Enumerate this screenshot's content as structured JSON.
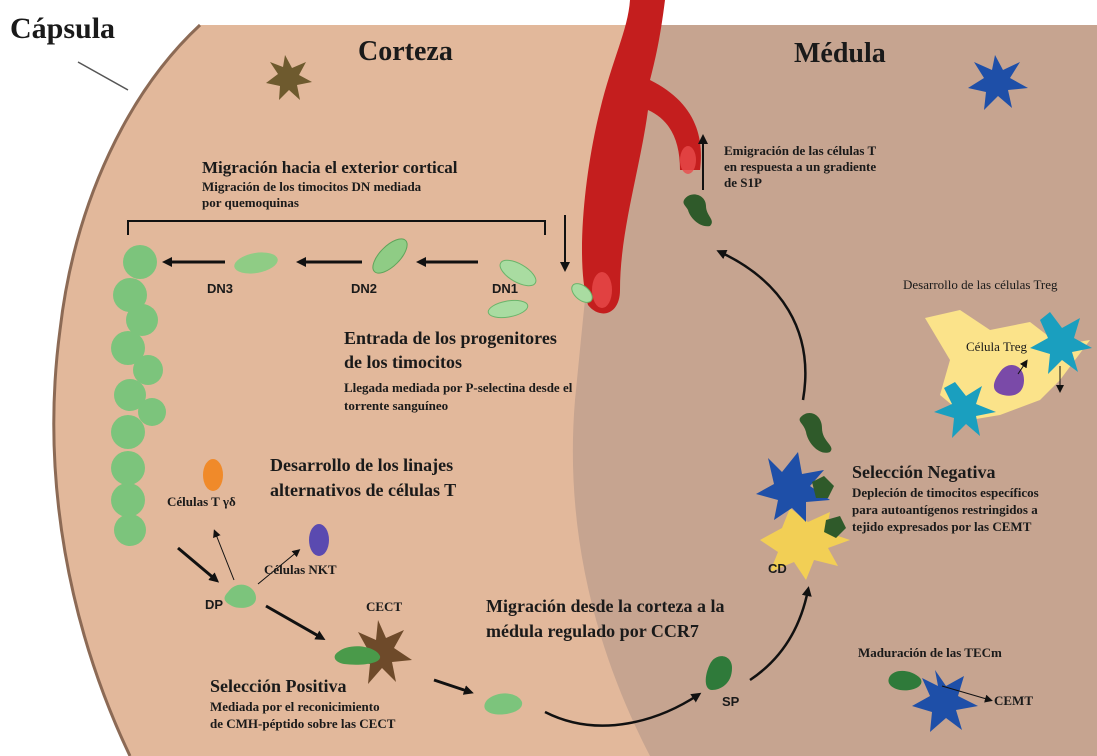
{
  "diagram": {
    "regions": {
      "capsule": "Cápsula",
      "cortex": "Corteza",
      "medulla": "Médula"
    },
    "stages": {
      "dn1": "DN1",
      "dn2": "DN2",
      "dn3": "DN3",
      "dp": "DP",
      "sp": "SP",
      "cd": "CD",
      "cect": "CECT",
      "cemt": "CEMT",
      "tgd": "Células T γδ",
      "nkt": "Células NKT",
      "treg_cell": "Célula Treg"
    },
    "annotations": {
      "outward_title": "Migración hacia el exterior cortical",
      "outward_desc_1": "Migración de los timocitos DN mediada",
      "outward_desc_2": "por quemoquinas",
      "entry_title_1": "Entrada de los progenitores",
      "entry_title_2": "de los timocitos",
      "entry_desc_1": "Llegada mediada por P-selectina desde el",
      "entry_desc_2": "torrente sanguíneo",
      "egress_1": "Emigración de las células T",
      "egress_2": "en respuesta a un gradiente",
      "egress_3": "de S1P",
      "treg_dev": "Desarrollo de las células Treg",
      "altlin_1": "Desarrollo de los linajes",
      "altlin_2": "alternativos de células T",
      "negsel_title": "Selección Negativa",
      "negsel_desc_1": "Depleción de timocitos específicos",
      "negsel_desc_2": "para autoantígenos restringidos a",
      "negsel_desc_3": "tejido expresados por las CEMT",
      "possel_title": "Selección Positiva",
      "possel_desc_1": "Mediada por el reconicimiento",
      "possel_desc_2": "de CMH-péptido sobre las CECT",
      "ccr7_1": "Migración desde la corteza a la",
      "ccr7_2": "médula regulado por CCR7",
      "tecm": "Maduración de las TECm"
    },
    "colors": {
      "cortex": "#e2b89b",
      "medulla": "#c6a490",
      "vessel": "#c41e1e",
      "thymocyte": "#7cc47c",
      "thymocyte_dark": "#2f5a2a",
      "cemt": "#1e4fa8",
      "cd": "#f2cf55",
      "treg_cell": "#7a4aa8",
      "treg_cd": "#fbe38a",
      "treg_tec": "#1a9fbf",
      "gd": "#f08a2a",
      "nkt": "#5a4ab0",
      "cect": "#6e4a2a"
    }
  }
}
